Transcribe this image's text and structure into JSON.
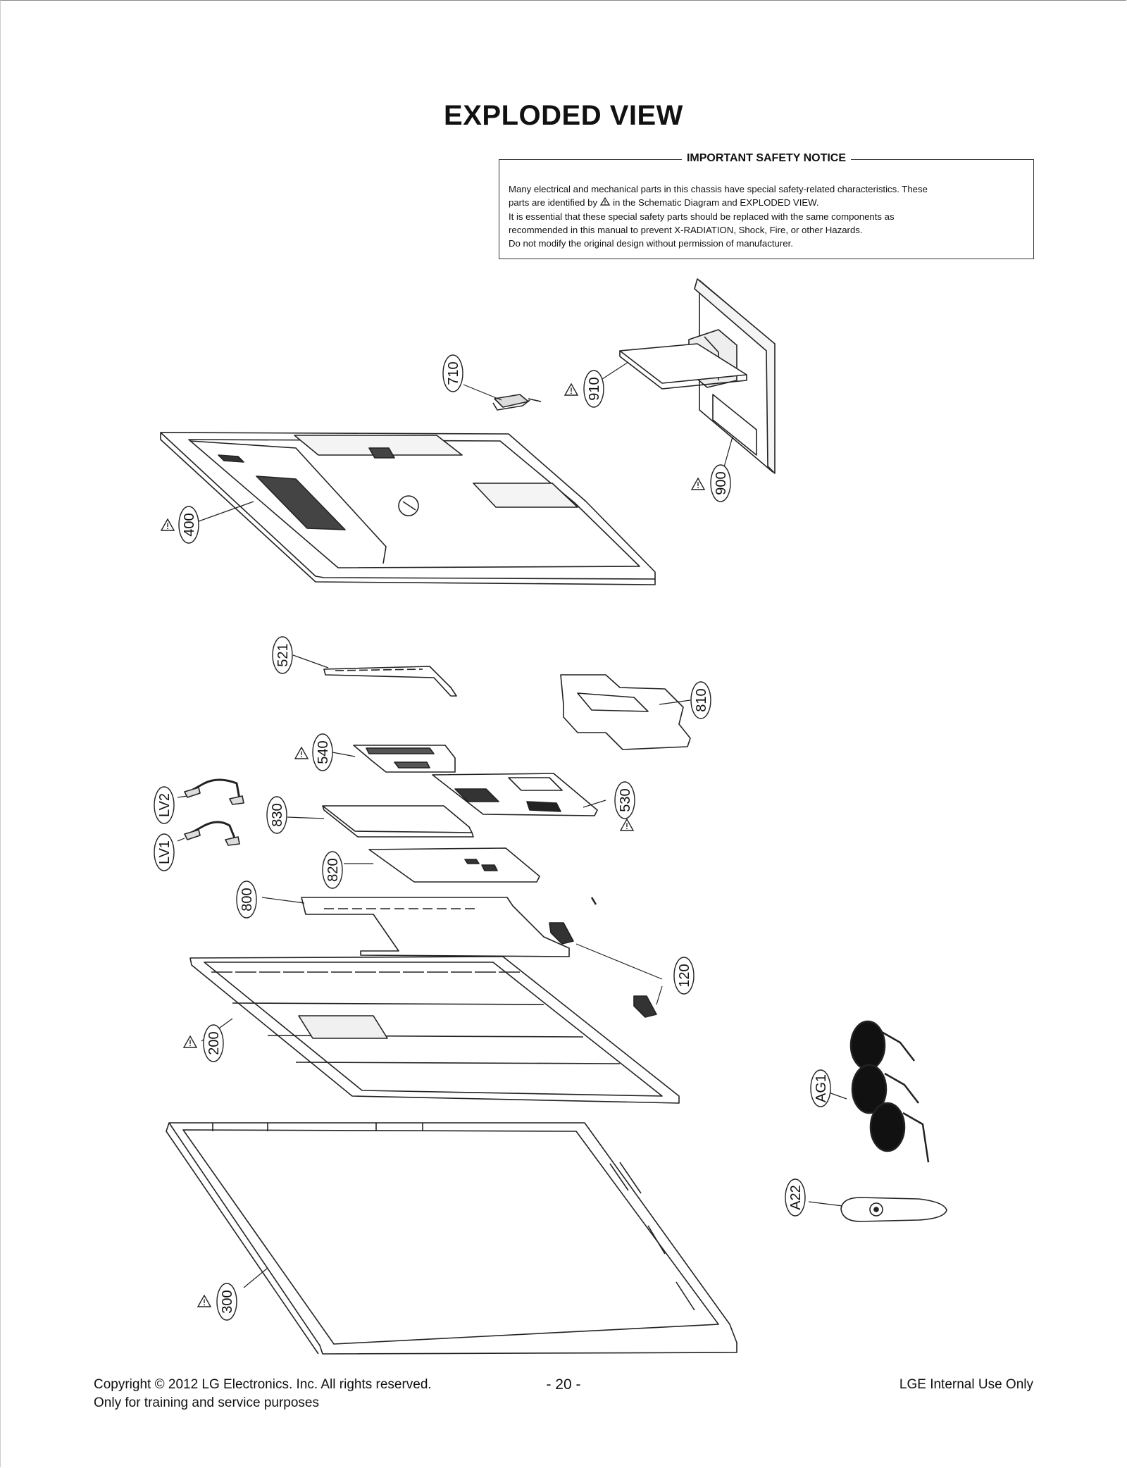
{
  "title": "EXPLODED VIEW",
  "notice": {
    "heading": "IMPORTANT SAFETY NOTICE",
    "line1": "Many electrical and mechanical parts in this chassis have special safety-related characteristics. These",
    "line2a": "parts are identified by",
    "line2b": "in the Schematic Diagram and EXPLODED VIEW.",
    "line3": "It is essential that these special safety parts should be replaced with the same components as",
    "line4": "recommended in this manual to prevent X-RADIATION, Shock, Fire, or other Hazards.",
    "line5": "Do not modify the original design without permission of manufacturer."
  },
  "parts": {
    "p710": "710",
    "p910": "910",
    "p900": "900",
    "p400": "400",
    "p521": "521",
    "p810": "810",
    "p540": "540",
    "p530": "530",
    "lv2": "LV2",
    "lv1": "LV1",
    "p830": "830",
    "p820": "820",
    "p800": "800",
    "p120": "120",
    "p200": "200",
    "ag1": "AG1",
    "a22": "A22",
    "p300": "300"
  },
  "footer": {
    "copyright": "Copyright  © 2012  LG Electronics. Inc. All rights reserved.",
    "training": "Only for training and service purposes",
    "page": "- 20 -",
    "internal": "LGE Internal Use Only"
  }
}
